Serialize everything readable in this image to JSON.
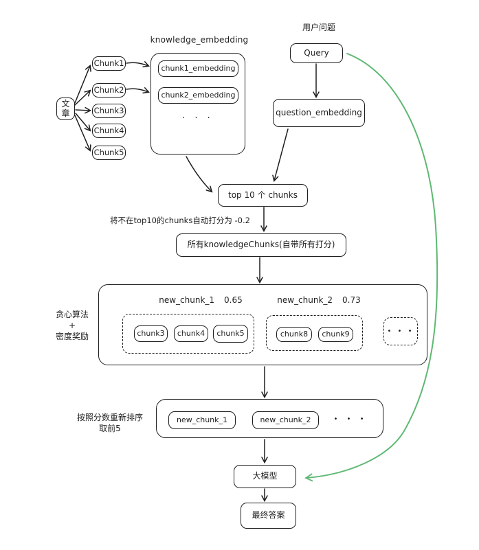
{
  "colors": {
    "stroke": "#1e1e1e",
    "accent_green": "#5fb873",
    "background": "#ffffff"
  },
  "source": {
    "doc_label": "文\n章",
    "chunks": [
      "Chunk1",
      "Chunk2",
      "Chunk3",
      "Chunk4",
      "Chunk5"
    ]
  },
  "knowledge": {
    "title": "knowledge_embedding",
    "items": [
      "chunk1_embedding",
      "chunk2_embedding"
    ],
    "ellipsis": ". . ."
  },
  "query": {
    "label_above": "用户问题",
    "query_box": "Query",
    "embedding_box": "question_embedding"
  },
  "retrieval": {
    "top_box": "top 10 个 chunks",
    "note": "将不在top10的chunks自动打分为 -0.2",
    "all_chunks_box": "所有knowledgeChunks(自带所有打分)"
  },
  "grouping": {
    "side_label": "贪心算法\n+\n密度奖励",
    "groups": [
      {
        "title": "new_chunk_1",
        "score": "0.65",
        "chunks": [
          "chunk3",
          "chunk4",
          "chunk5"
        ]
      },
      {
        "title": "new_chunk_2",
        "score": "0.73",
        "chunks": [
          "chunk8",
          "chunk9"
        ]
      }
    ],
    "ellipsis": "• • •"
  },
  "rerank": {
    "side_label": "按照分数重新排序\n取前5",
    "items": [
      "new_chunk_1",
      "new_chunk_2"
    ],
    "ellipsis": "• • •"
  },
  "output": {
    "model_box": "大模型",
    "answer_box": "最终答案"
  }
}
